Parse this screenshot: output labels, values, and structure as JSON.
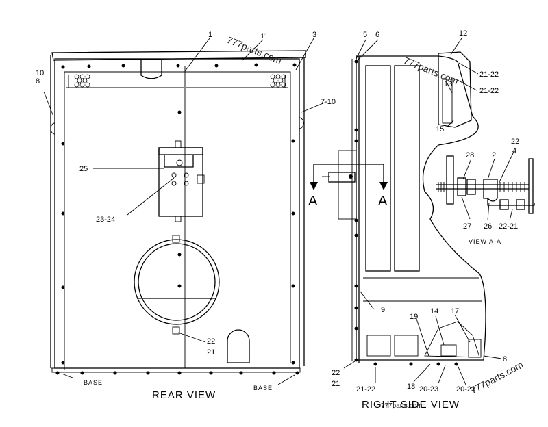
{
  "views": {
    "rear": {
      "title": "REAR   VIEW",
      "base_left": "BASE",
      "base_right": "BASE"
    },
    "right": {
      "title": "RIGHT  SIDE  VIEW"
    },
    "section": {
      "title": "VIEW  A-A"
    }
  },
  "section_marks": {
    "a_left": "A",
    "a_right": "A"
  },
  "callouts": {
    "c1": "1",
    "c11": "11",
    "c3": "3",
    "c10_8": "10\n8",
    "c7_10": "7-10",
    "c25": "25",
    "c23_24": "23-24",
    "c22_21_rear": "22\n21",
    "c5": "5",
    "c6": "6",
    "c12": "12",
    "c21_22_a": "21-22",
    "c21_22_b": "21-22",
    "c13": "13",
    "c15": "15",
    "c22_s": "22",
    "c4": "4",
    "c28": "28",
    "c2": "2",
    "c27": "27",
    "c26": "26",
    "c22_21_s": "22-21",
    "c9": "9",
    "c19": "19",
    "c14": "14",
    "c17": "17",
    "c22_21_side": "22\n21",
    "c21_22_bot": "21-22",
    "c18": "18",
    "c20_23_a": "20-23",
    "c20_23_b": "20-23",
    "c8": "8"
  },
  "watermarks": {
    "w1": "777parts.com",
    "w2": "777parts.com",
    "w3": "777parts.com",
    "w4": "777parts.com"
  }
}
